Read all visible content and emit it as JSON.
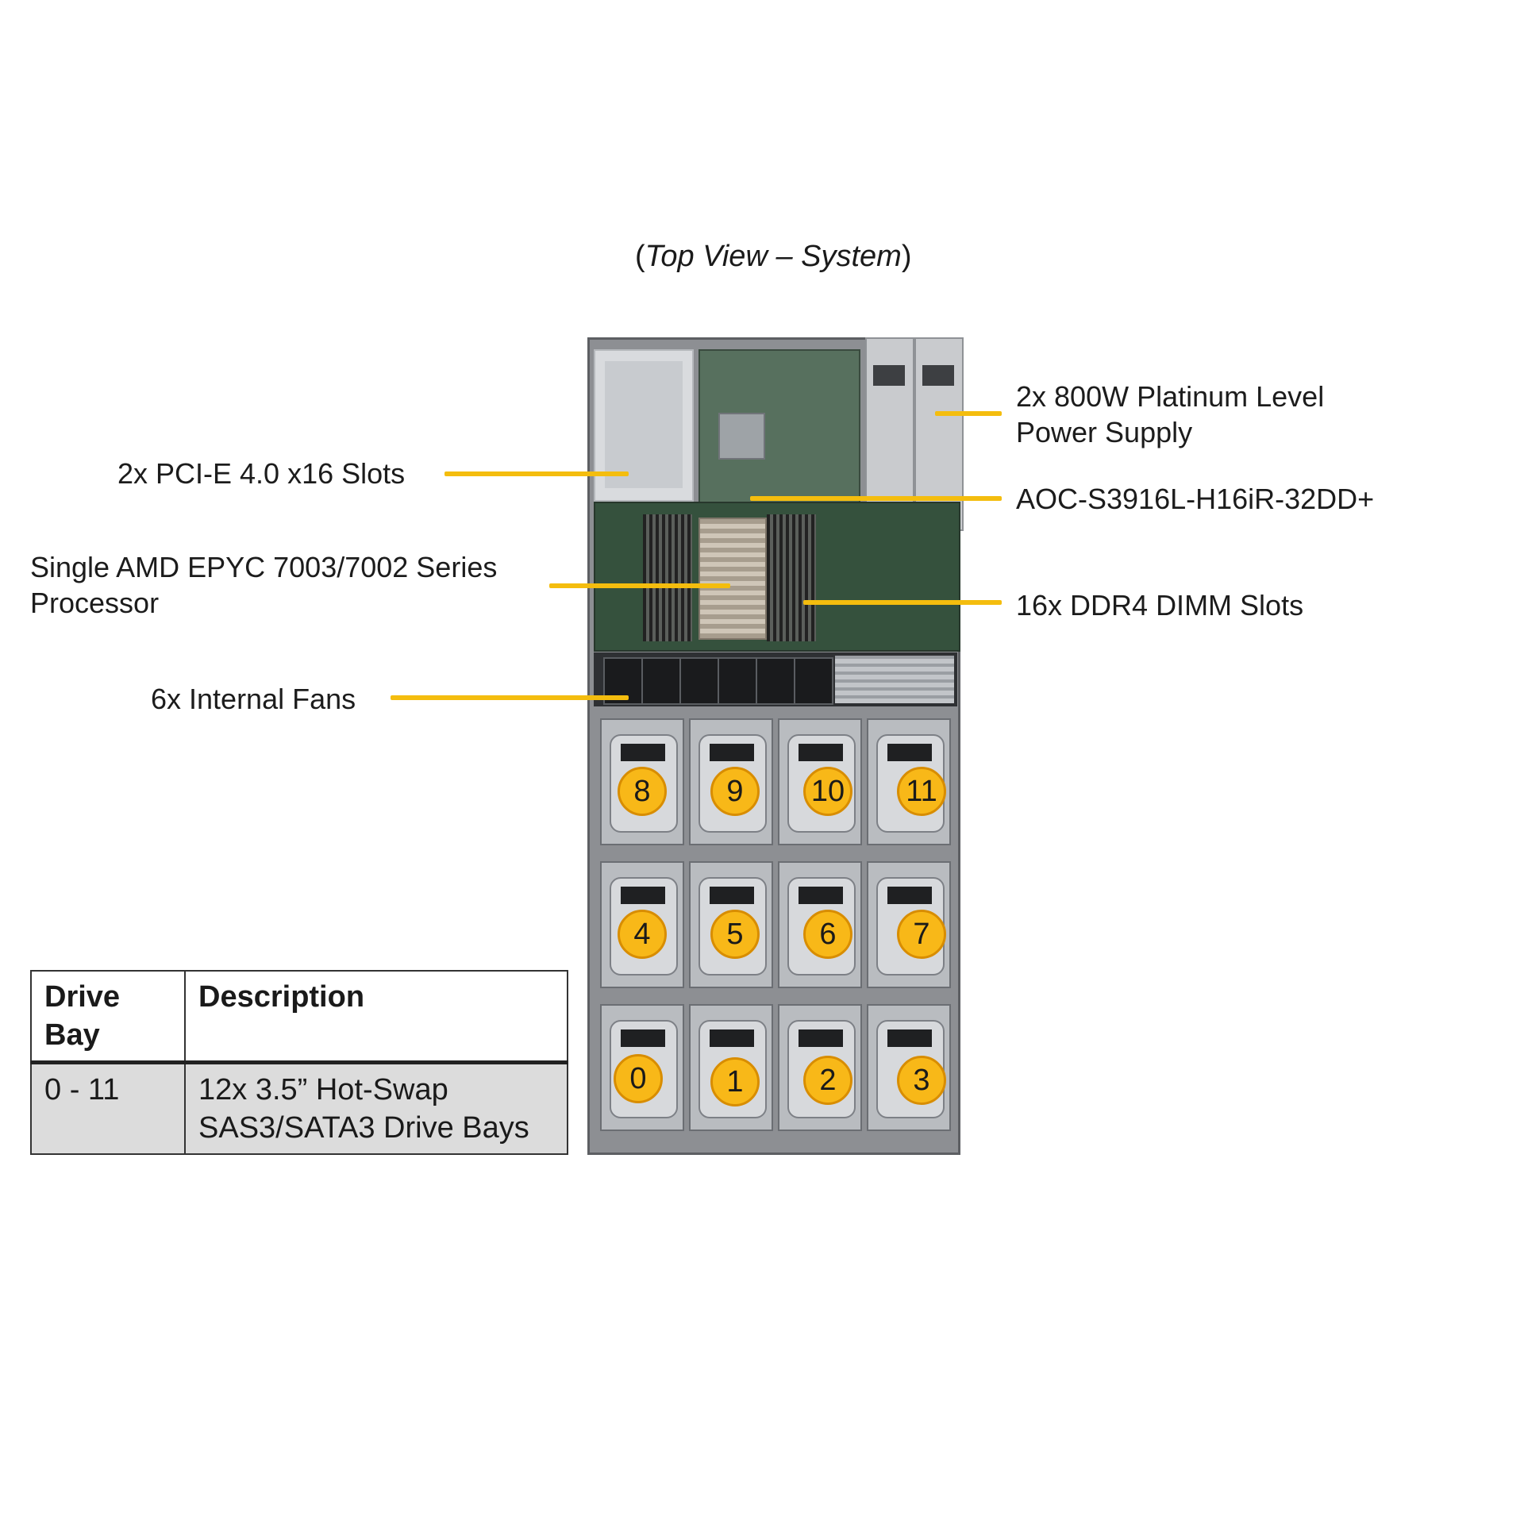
{
  "title": {
    "open": "(",
    "text": "Top View – System",
    "close": ")"
  },
  "callouts": {
    "pcie": "2x PCI-E 4.0 x16 Slots",
    "cpu_line1": "Single AMD EPYC 7003/7002 Series",
    "cpu_line2": "Processor",
    "fans": "6x Internal Fans",
    "psu_line1": "2x 800W Platinum Level",
    "psu_line2": "Power Supply",
    "aoc": "AOC-S3916L-H16iR-32DD+",
    "dimm": "16x DDR4 DIMM Slots"
  },
  "drive_bays": {
    "row_top": [
      "8",
      "9",
      "10",
      "11"
    ],
    "row_middle": [
      "4",
      "5",
      "6",
      "7"
    ],
    "row_bottom": [
      "0",
      "1",
      "2",
      "3"
    ]
  },
  "legend_table": {
    "headers": [
      "Drive Bay",
      "Description"
    ],
    "header_drive_line1": "Drive",
    "header_drive_line2": "Bay",
    "rows": [
      {
        "bay": "0 - 11",
        "desc_line1": "12x 3.5” Hot-Swap",
        "desc_line2": "SAS3/SATA3 Drive Bays"
      }
    ]
  },
  "colors": {
    "leader": "#f4bd0e",
    "badge": "#f8b818"
  }
}
